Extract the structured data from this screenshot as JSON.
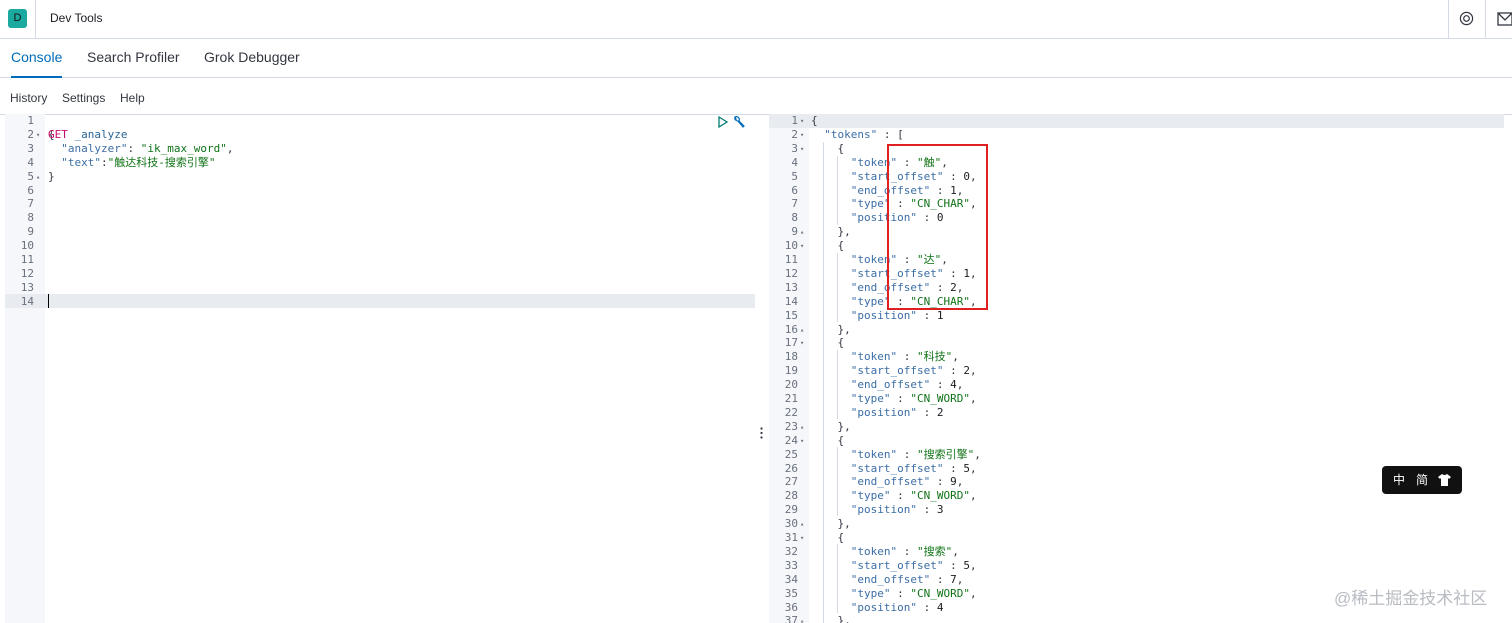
{
  "header": {
    "app_badge": "D",
    "title": "Dev Tools"
  },
  "tabs": [
    {
      "label": "Console",
      "active": true
    },
    {
      "label": "Search Profiler",
      "active": false
    },
    {
      "label": "Grok Debugger",
      "active": false
    }
  ],
  "menu": {
    "history": "History",
    "settings": "Settings",
    "help": "Help"
  },
  "request": {
    "method": "GET",
    "path": "_analyze",
    "lines": [
      {
        "n": "1",
        "fold": "",
        "text": ""
      },
      {
        "n": "2",
        "fold": "▾",
        "text": "{"
      },
      {
        "n": "3",
        "fold": "",
        "text": "  \"analyzer\": \"ik_max_word\","
      },
      {
        "n": "4",
        "fold": "",
        "text": "  \"text\":\"触达科技-搜索引擎\""
      },
      {
        "n": "5",
        "fold": "▴",
        "text": "}"
      },
      {
        "n": "6",
        "fold": "",
        "text": ""
      },
      {
        "n": "7",
        "fold": "",
        "text": ""
      },
      {
        "n": "8",
        "fold": "",
        "text": ""
      },
      {
        "n": "9",
        "fold": "",
        "text": ""
      },
      {
        "n": "10",
        "fold": "",
        "text": ""
      },
      {
        "n": "11",
        "fold": "",
        "text": ""
      },
      {
        "n": "12",
        "fold": "",
        "text": ""
      },
      {
        "n": "13",
        "fold": "",
        "text": ""
      },
      {
        "n": "14",
        "fold": "",
        "text": ""
      }
    ]
  },
  "response": {
    "lines": [
      {
        "n": "1",
        "fold": "▾",
        "text": "{"
      },
      {
        "n": "2",
        "fold": "▾",
        "text": "  \"tokens\" : ["
      },
      {
        "n": "3",
        "fold": "▾",
        "text": "    {"
      },
      {
        "n": "4",
        "fold": "",
        "text": "      \"token\" : \"触\","
      },
      {
        "n": "5",
        "fold": "",
        "text": "      \"start_offset\" : 0,"
      },
      {
        "n": "6",
        "fold": "",
        "text": "      \"end_offset\" : 1,"
      },
      {
        "n": "7",
        "fold": "",
        "text": "      \"type\" : \"CN_CHAR\","
      },
      {
        "n": "8",
        "fold": "",
        "text": "      \"position\" : 0"
      },
      {
        "n": "9",
        "fold": "▴",
        "text": "    },"
      },
      {
        "n": "10",
        "fold": "▾",
        "text": "    {"
      },
      {
        "n": "11",
        "fold": "",
        "text": "      \"token\" : \"达\","
      },
      {
        "n": "12",
        "fold": "",
        "text": "      \"start_offset\" : 1,"
      },
      {
        "n": "13",
        "fold": "",
        "text": "      \"end_offset\" : 2,"
      },
      {
        "n": "14",
        "fold": "",
        "text": "      \"type\" : \"CN_CHAR\","
      },
      {
        "n": "15",
        "fold": "",
        "text": "      \"position\" : 1"
      },
      {
        "n": "16",
        "fold": "▴",
        "text": "    },"
      },
      {
        "n": "17",
        "fold": "▾",
        "text": "    {"
      },
      {
        "n": "18",
        "fold": "",
        "text": "      \"token\" : \"科技\","
      },
      {
        "n": "19",
        "fold": "",
        "text": "      \"start_offset\" : 2,"
      },
      {
        "n": "20",
        "fold": "",
        "text": "      \"end_offset\" : 4,"
      },
      {
        "n": "21",
        "fold": "",
        "text": "      \"type\" : \"CN_WORD\","
      },
      {
        "n": "22",
        "fold": "",
        "text": "      \"position\" : 2"
      },
      {
        "n": "23",
        "fold": "▴",
        "text": "    },"
      },
      {
        "n": "24",
        "fold": "▾",
        "text": "    {"
      },
      {
        "n": "25",
        "fold": "",
        "text": "      \"token\" : \"搜索引擎\","
      },
      {
        "n": "26",
        "fold": "",
        "text": "      \"start_offset\" : 5,"
      },
      {
        "n": "27",
        "fold": "",
        "text": "      \"end_offset\" : 9,"
      },
      {
        "n": "28",
        "fold": "",
        "text": "      \"type\" : \"CN_WORD\","
      },
      {
        "n": "29",
        "fold": "",
        "text": "      \"position\" : 3"
      },
      {
        "n": "30",
        "fold": "▴",
        "text": "    },"
      },
      {
        "n": "31",
        "fold": "▾",
        "text": "    {"
      },
      {
        "n": "32",
        "fold": "",
        "text": "      \"token\" : \"搜索\","
      },
      {
        "n": "33",
        "fold": "",
        "text": "      \"start_offset\" : 5,"
      },
      {
        "n": "34",
        "fold": "",
        "text": "      \"end_offset\" : 7,"
      },
      {
        "n": "35",
        "fold": "",
        "text": "      \"type\" : \"CN_WORD\","
      },
      {
        "n": "36",
        "fold": "",
        "text": "      \"position\" : 4"
      },
      {
        "n": "37",
        "fold": "▴",
        "text": "    },"
      }
    ]
  },
  "ime_toolbar": {
    "lang": "中",
    "mode": "简",
    "skin_icon": "shirt-icon"
  },
  "watermark": "@稀土掘金技术社区",
  "colors": {
    "accent": "#006bb8",
    "app_badge": "#1ba9a0",
    "highlight": "#e02020"
  }
}
